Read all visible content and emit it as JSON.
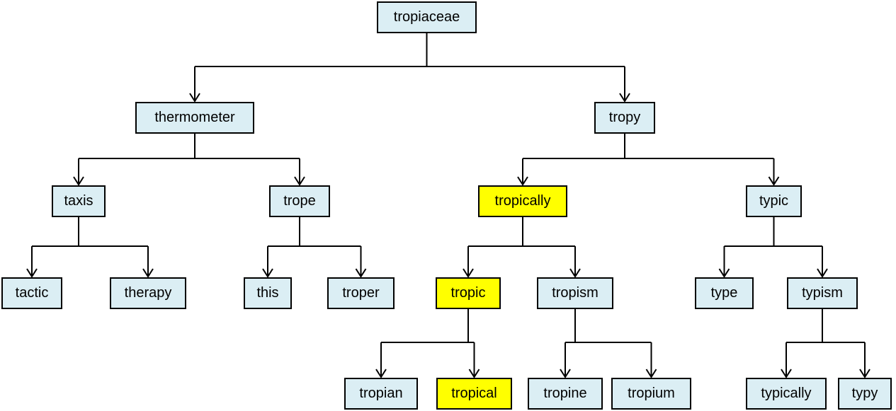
{
  "colors": {
    "node_fill": "#dbeef4",
    "highlight_fill": "#ffff00",
    "border": "#000000"
  },
  "nodes": [
    {
      "id": "tropiaceae",
      "label": "tropiaceae",
      "highlight": false
    },
    {
      "id": "thermometer",
      "label": "thermometer",
      "highlight": false
    },
    {
      "id": "tropy",
      "label": "tropy",
      "highlight": false
    },
    {
      "id": "taxis",
      "label": "taxis",
      "highlight": false
    },
    {
      "id": "trope",
      "label": "trope",
      "highlight": false
    },
    {
      "id": "tropically",
      "label": "tropically",
      "highlight": true
    },
    {
      "id": "typic",
      "label": "typic",
      "highlight": false
    },
    {
      "id": "tactic",
      "label": "tactic",
      "highlight": false
    },
    {
      "id": "therapy",
      "label": "therapy",
      "highlight": false
    },
    {
      "id": "this",
      "label": "this",
      "highlight": false
    },
    {
      "id": "troper",
      "label": "troper",
      "highlight": false
    },
    {
      "id": "tropic",
      "label": "tropic",
      "highlight": true
    },
    {
      "id": "tropism",
      "label": "tropism",
      "highlight": false
    },
    {
      "id": "type",
      "label": "type",
      "highlight": false
    },
    {
      "id": "typism",
      "label": "typism",
      "highlight": false
    },
    {
      "id": "tropian",
      "label": "tropian",
      "highlight": false
    },
    {
      "id": "tropical",
      "label": "tropical",
      "highlight": true
    },
    {
      "id": "tropine",
      "label": "tropine",
      "highlight": false
    },
    {
      "id": "tropium",
      "label": "tropium",
      "highlight": false
    },
    {
      "id": "typically",
      "label": "typically",
      "highlight": false
    },
    {
      "id": "typy",
      "label": "typy",
      "highlight": false
    }
  ],
  "edges": [
    [
      "tropiaceae",
      "thermometer"
    ],
    [
      "tropiaceae",
      "tropy"
    ],
    [
      "thermometer",
      "taxis"
    ],
    [
      "thermometer",
      "trope"
    ],
    [
      "tropy",
      "tropically"
    ],
    [
      "tropy",
      "typic"
    ],
    [
      "taxis",
      "tactic"
    ],
    [
      "taxis",
      "therapy"
    ],
    [
      "trope",
      "this"
    ],
    [
      "trope",
      "troper"
    ],
    [
      "tropically",
      "tropic"
    ],
    [
      "tropically",
      "tropism"
    ],
    [
      "typic",
      "type"
    ],
    [
      "typic",
      "typism"
    ],
    [
      "tropic",
      "tropian"
    ],
    [
      "tropic",
      "tropical"
    ],
    [
      "tropism",
      "tropine"
    ],
    [
      "tropism",
      "tropium"
    ],
    [
      "typism",
      "typically"
    ],
    [
      "typism",
      "typy"
    ]
  ]
}
